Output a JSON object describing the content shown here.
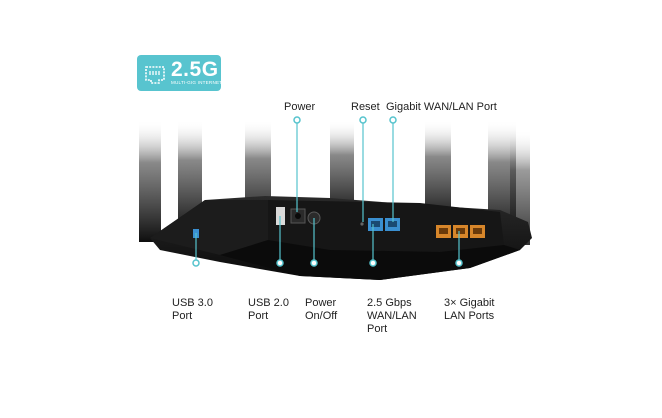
{
  "badge": {
    "speed": "2.5G",
    "subtitle": "MULTI-GIG INTERNET",
    "icon": "ethernet-port-icon",
    "color": "#58c4cf"
  },
  "labels": {
    "top": {
      "power": "Power",
      "reset": "Reset",
      "gigabit_wan_lan": "Gigabit WAN/LAN Port"
    },
    "bottom": {
      "usb30": [
        "USB 3.0",
        "Port"
      ],
      "usb20": [
        "USB 2.0",
        "Port"
      ],
      "power_onoff": [
        "Power",
        "On/Off"
      ],
      "wan25": [
        "2.5 Gbps",
        "WAN/LAN",
        "Port"
      ],
      "lan": [
        "3× Gigabit",
        "LAN Ports"
      ]
    }
  },
  "colors": {
    "callout": "#55c3cd",
    "device": "#111111",
    "wan_ports": "#3a8fd0",
    "lan_ports": "#d7862a"
  }
}
